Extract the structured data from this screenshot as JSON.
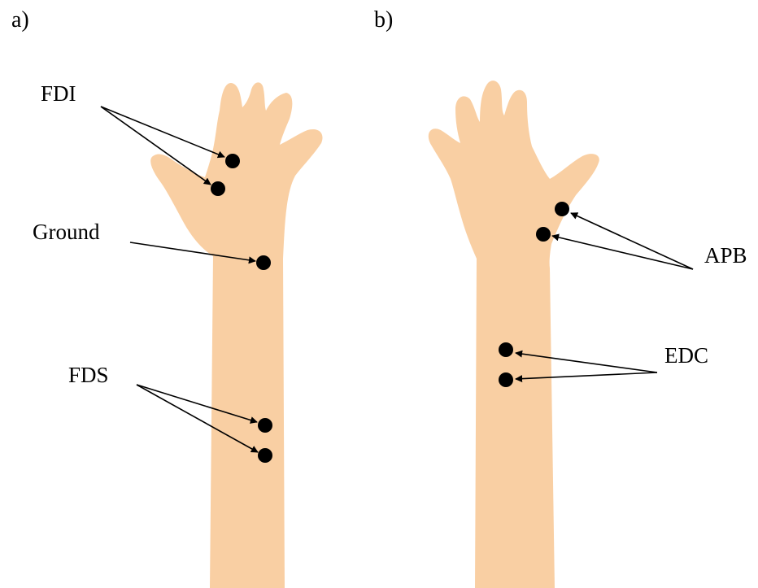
{
  "colors": {
    "skin": "#f9cfa3",
    "electrode": "#000000",
    "background": "#ffffff"
  },
  "panels": [
    {
      "label": "a)",
      "view": "palm",
      "sites": [
        {
          "name": "FDI",
          "electrodes": 2
        },
        {
          "name": "Ground",
          "electrodes": 1
        },
        {
          "name": "FDS",
          "electrodes": 2
        }
      ]
    },
    {
      "label": "b)",
      "view": "back of hand",
      "sites": [
        {
          "name": "APB",
          "electrodes": 2
        },
        {
          "name": "EDC",
          "electrodes": 2
        }
      ]
    }
  ]
}
